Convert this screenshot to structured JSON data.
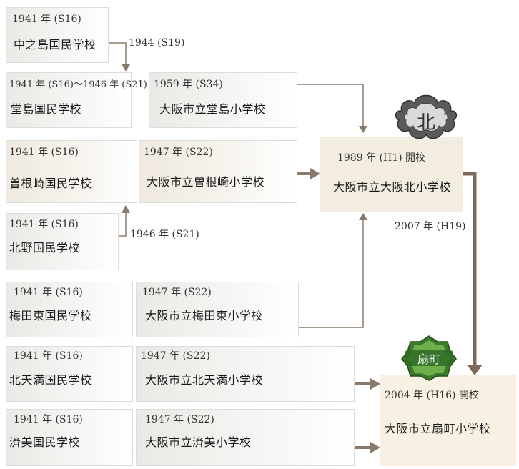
{
  "nodes": {
    "nakanoshima": {
      "year": "1941 年 (S16)",
      "name": "中之島国民学校"
    },
    "dojima": {
      "year": "1941 年 (S16)～1946 年 (S21)",
      "name": "堂島国民学校"
    },
    "dojima_es": {
      "year": "1959 年 (S34)",
      "name": "大阪市立堂島小学校"
    },
    "sonezaki": {
      "year": "1941 年 (S16)",
      "name": "曽根崎国民学校"
    },
    "sonezaki_es": {
      "year": "1947 年 (S22)",
      "name": "大阪市立曽根崎小学校"
    },
    "kitano": {
      "year": "1941 年 (S16)",
      "name": "北野国民学校"
    },
    "umedahigashi": {
      "year": "1941 年 (S16)",
      "name": "梅田東国民学校"
    },
    "umedahigashi_es": {
      "year": "1947 年 (S22)",
      "name": "大阪市立梅田東小学校"
    },
    "kitatenma": {
      "year": "1941 年 (S16)",
      "name": "北天満国民学校"
    },
    "kitatenma_es": {
      "year": "1947 年 (S22)",
      "name": "大阪市立北天満小学校"
    },
    "saibi": {
      "year": "1941 年 (S16)",
      "name": "済美国民学校"
    },
    "saibi_es": {
      "year": "1947 年 (S22)",
      "name": "大阪市立済美小学校"
    },
    "osakakita": {
      "year": "1989 年 (H1) 開校",
      "name": "大阪市立大阪北小学校"
    },
    "ogimachi": {
      "year": "2004 年 (H16) 開校",
      "name": "大阪市立扇町小学校"
    }
  },
  "edge_labels": {
    "nakanoshima_to_dojima": "1944 (S19)",
    "kitano_to_sonezaki": "1946 年 (S21)",
    "osakakita_to_ogimachi": "2007 年 (H19)"
  },
  "emblems": {
    "osakakita": {
      "icon": "kita-school-emblem",
      "text": "北"
    },
    "ogimachi": {
      "icon": "ogimachi-school-emblem",
      "text": "扇町"
    }
  },
  "colors": {
    "arrow": "#8a7a6a",
    "heavy_arrow": "#7d6a58",
    "target_bg": "#f3ece1"
  }
}
